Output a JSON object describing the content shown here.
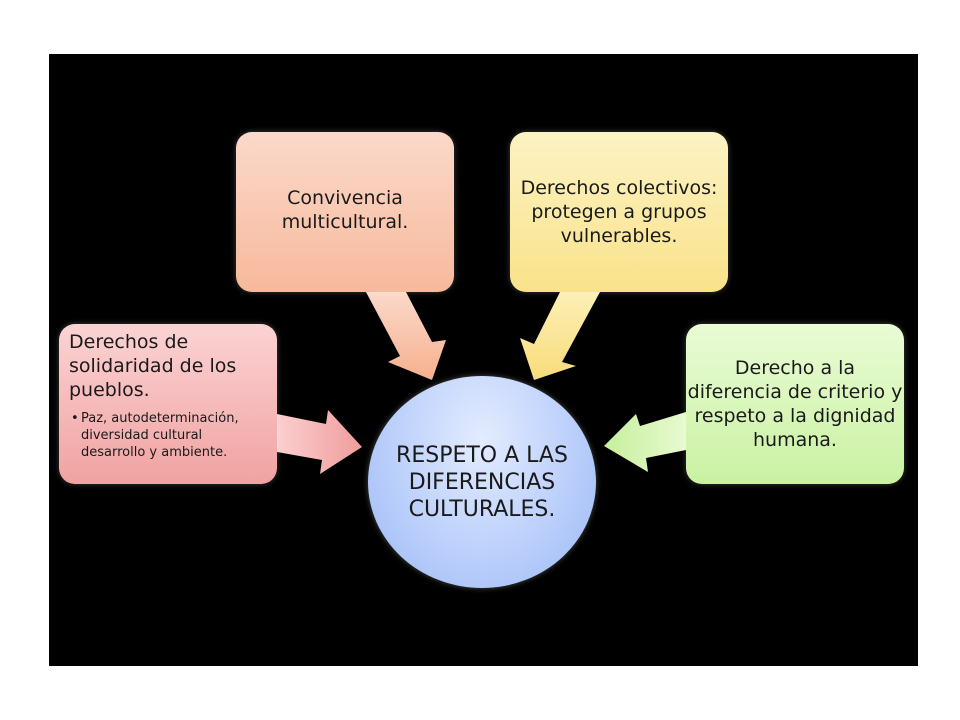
{
  "center": {
    "label": "RESPETO A LAS DIFERENCIAS CULTURALES.",
    "color": "#bcd0fb"
  },
  "nodes": {
    "top_left": {
      "title": "Convivencia multicultural.",
      "color": "#f7b99c"
    },
    "top_right": {
      "title": "Derechos colectivos: protegen a grupos vulnerables.",
      "color": "#fae28a"
    },
    "left": {
      "title": "Derechos de solidaridad de los pueblos.",
      "bullet": "Paz, autodeterminación, diversidad cultural desarrollo y ambiente.",
      "color": "#f1a2a2"
    },
    "right": {
      "title": "Derecho a la diferencia de criterio y respeto a la dignidad humana.",
      "color": "#c9f2a2"
    }
  },
  "background_color": "#000000"
}
